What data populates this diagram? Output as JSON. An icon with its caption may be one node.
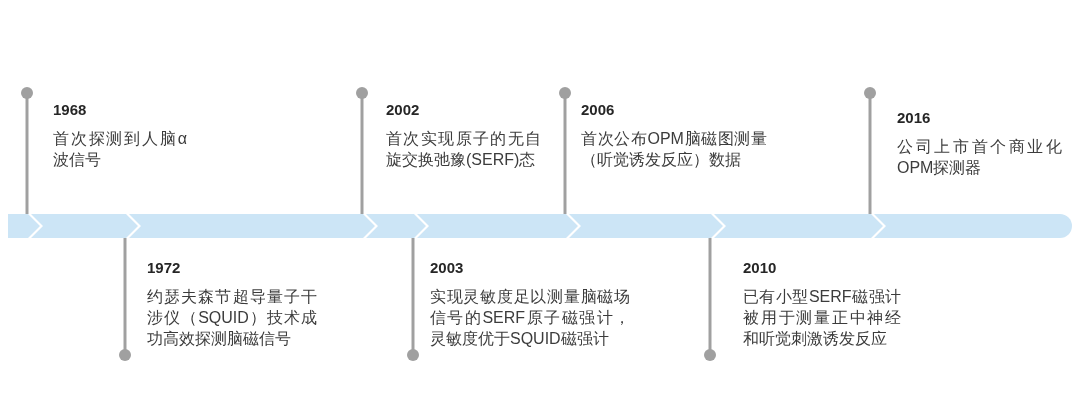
{
  "diagram": {
    "nodes": [
      {
        "text": [
          "1968",
          "首次探测到人脑α波信号"
        ]
      },
      {
        "text": [
          "1972",
          "约瑟夫森节超导量子干涉仪（SQUID）技术成功高效探测脑磁信号"
        ]
      },
      {
        "text": [
          "2002",
          "首次实现原子的无自旋交换弛豫(SERF)态"
        ]
      },
      {
        "text": [
          "2003",
          "实现灵敏度足以测量脑磁场信号的SERF原子磁强计，灵敏度优于SQUID磁强计"
        ]
      },
      {
        "text": [
          "2006",
          "首次公布OPM脑磁图测量（听觉诱发反应）数据"
        ]
      },
      {
        "text": [
          "2010",
          "已有小型SERF磁强计被用于测量正中神经和听觉刺激诱发反应"
        ]
      },
      {
        "text": [
          "2016",
          "公司上市首个商业化OPM探测器"
        ]
      }
    ]
  }
}
